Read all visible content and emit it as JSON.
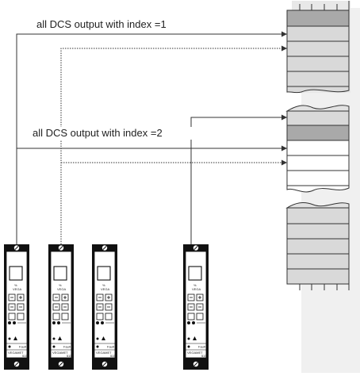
{
  "labels": {
    "index1": "all DCS output with index =1",
    "index2": "all DCS output with index =2"
  },
  "module": {
    "brand": "VEGAMET",
    "model": "515",
    "unit": "%",
    "caption": "VEGA",
    "fault": "Fault"
  },
  "colors": {
    "dark_cell": "#a9a9a9",
    "light_cell": "#d9d9d9",
    "white_cell": "#ffffff",
    "shadow": "#ececec",
    "line": "#333333"
  }
}
